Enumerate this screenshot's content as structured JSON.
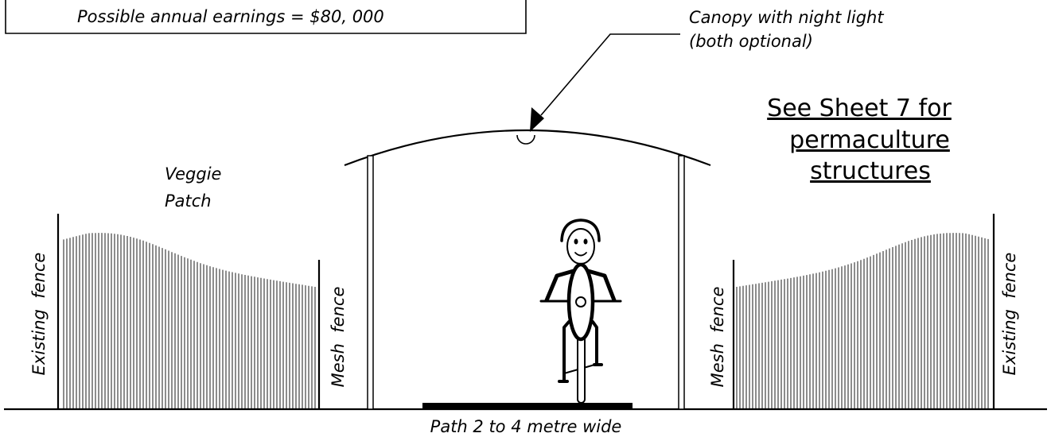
{
  "earnings_box": {
    "text": "Possible annual earnings = $80, 000"
  },
  "canopy_note": {
    "line1": "Canopy with night light",
    "line2": "(both optional)"
  },
  "reference_note": {
    "line1": "See Sheet 7 for",
    "line2": "permaculture",
    "line3": "structures"
  },
  "veggie_label": {
    "line1": "Veggie",
    "line2": "Patch"
  },
  "fence_labels": {
    "existing_left": "Existing  fence",
    "mesh_left": "Mesh  fence",
    "mesh_right": "Mesh  fence",
    "existing_right": "Existing  fence"
  },
  "path_label": "Path 2 to 4 metre wide",
  "colors": {
    "ink": "#000000",
    "background": "#ffffff"
  }
}
